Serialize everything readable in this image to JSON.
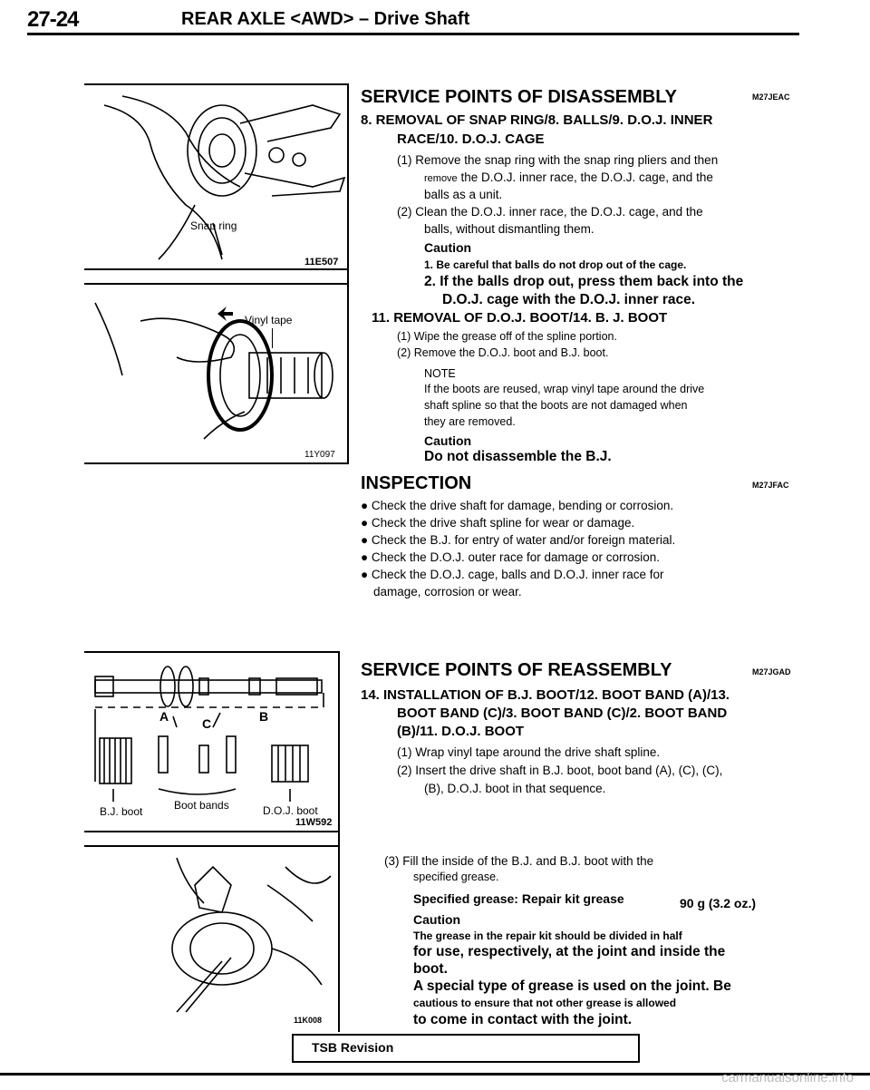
{
  "header": {
    "page_number": "27-24",
    "title": "REAR AXLE <AWD> – Drive Shaft"
  },
  "figures": {
    "fig1": {
      "code": "11E507",
      "callout": "Snap ring"
    },
    "fig2": {
      "code": "11Y097",
      "callout": "Vinyl tape"
    },
    "fig3": {
      "code": "11W592",
      "labels": {
        "bj_boot": "B.J. boot",
        "boot_bands": "Boot bands",
        "doj_boot": "D.O.J. boot",
        "a": "A",
        "b": "B",
        "c": "C"
      }
    },
    "fig4": {
      "code": "11K008"
    }
  },
  "disassembly": {
    "title": "SERVICE POINTS OF DISASSEMBLY",
    "code": "M27JEAC",
    "step8_line1": "8. REMOVAL OF SNAP RING/8. BALLS/9. D.O.J. INNER",
    "step8_line2": "RACE/10. D.O.J. CAGE",
    "s8_1a": "(1) Remove the snap ring with the snap ring pliers and then",
    "s8_1b_small": "remove",
    "s8_1b": " the D.O.J. inner race, the D.O.J. cage, and the",
    "s8_1c": "balls as a unit.",
    "s8_2a": "(2) Clean the D.O.J. inner race, the D.O.J. cage, and the",
    "s8_2b": "balls, without dismantling them.",
    "caution_label": "Caution",
    "caution1": "1.  Be careful that balls do not drop out of the cage.",
    "caution2a": "2. If the balls drop out, press them back into the",
    "caution2b": "D.O.J. cage with the D.O.J. inner race.",
    "step11": "11. REMOVAL OF D.O.J. BOOT/14. B. J. BOOT",
    "s11_1": "(1) Wipe the grease off of the spline portion.",
    "s11_2": "(2) Remove the D.O.J. boot and B.J. boot.",
    "note_label": "NOTE",
    "note1": "If the boots are reused, wrap vinyl tape around the drive",
    "note2": "shaft spline so that the boots are not damaged when",
    "note3": "they are removed.",
    "caution2_label": "Caution",
    "caution3": "Do not disassemble the B.J."
  },
  "inspection": {
    "title": "INSPECTION",
    "code": "M27JFAC",
    "items": [
      "Check the drive shaft for damage, bending or corrosion.",
      "Check the drive shaft spline for wear or damage.",
      "Check the B.J. for entry of water and/or foreign material.",
      "Check the D.O.J. outer race for damage or corrosion.",
      "Check the D.O.J. cage, balls and D.O.J. inner race for"
    ],
    "item5_cont": "damage, corrosion or wear."
  },
  "reassembly": {
    "title": "SERVICE POINTS OF REASSEMBLY",
    "code": "M27JGAD",
    "step14_l1": "14. INSTALLATION OF B.J. BOOT/12. BOOT BAND (A)/13.",
    "step14_l2": "BOOT BAND (C)/3. BOOT BAND (C)/2. BOOT BAND",
    "step14_l3": "(B)/11. D.O.J. BOOT",
    "s14_1": "(1) Wrap vinyl tape around the drive shaft spline.",
    "s14_2a": "(2) Insert the drive shaft in B.J. boot, boot band (A), (C), (C),",
    "s14_2b": "(B), D.O.J. boot in that sequence.",
    "s14_3a": "(3) Fill the inside of the B.J. and B.J. boot with the",
    "s14_3b": "specified grease.",
    "spec_label": "Specified grease: Repair kit grease",
    "spec_value": "90 g (3.2 oz.)",
    "caution_label": "Caution",
    "c1": "The grease in the repair kit should be divided in half",
    "c2": "for use, respectively, at the joint and inside the",
    "c3": "boot.",
    "c4": "A special type of grease is used on the joint. Be",
    "c5": "cautious to ensure that not other grease is allowed",
    "c6": "to come in contact with the joint."
  },
  "footer": {
    "tsb": "TSB Revision",
    "watermark": "carmanualsonline.info"
  }
}
